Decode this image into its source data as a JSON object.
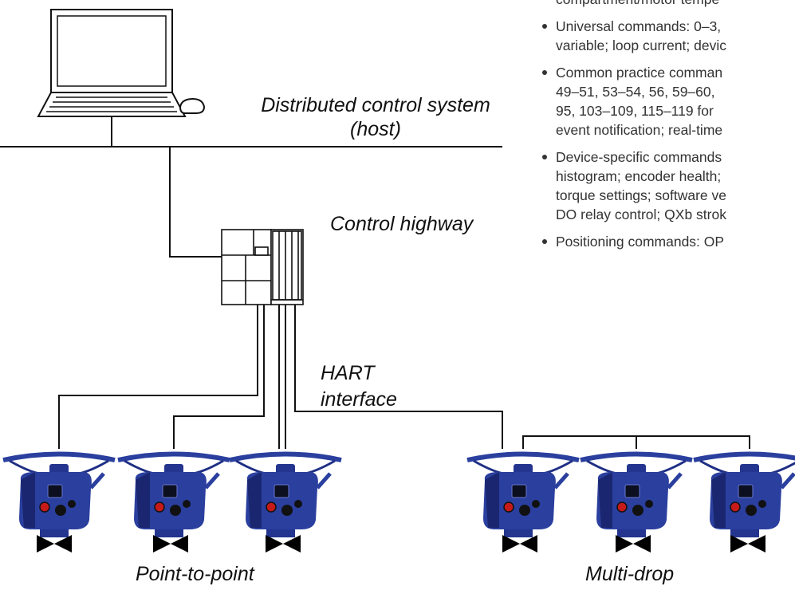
{
  "labels": {
    "dcs_line1": "Distributed control system",
    "dcs_line2": "(host)",
    "highway": "Control highway",
    "hart_line1": "HART",
    "hart_line2": "interface",
    "point_to_point": "Point-to-point",
    "multi_drop": "Multi-drop"
  },
  "bullets": {
    "cut_line": "compartment/motor tempe",
    "items": [
      [
        "Universal commands: 0–3,",
        "variable; loop current; devic"
      ],
      [
        "Common practice comman",
        "49–51, 53–54, 56, 59–60,",
        "95, 103–109, 115–119 for",
        "event notification; real-time"
      ],
      [
        "Device-specific commands",
        "histogram; encoder health;",
        "torque settings; software ve",
        "DO relay control; QXb strok"
      ],
      [
        "Positioning commands: OP"
      ]
    ]
  },
  "colors": {
    "actuator_body": "#2a3f9e",
    "actuator_dark": "#1a2670",
    "valve": "#000000"
  },
  "icons": [
    "laptop-icon",
    "mouse-icon",
    "hart-interface-rack-icon",
    "actuator-icon",
    "valve-icon"
  ]
}
